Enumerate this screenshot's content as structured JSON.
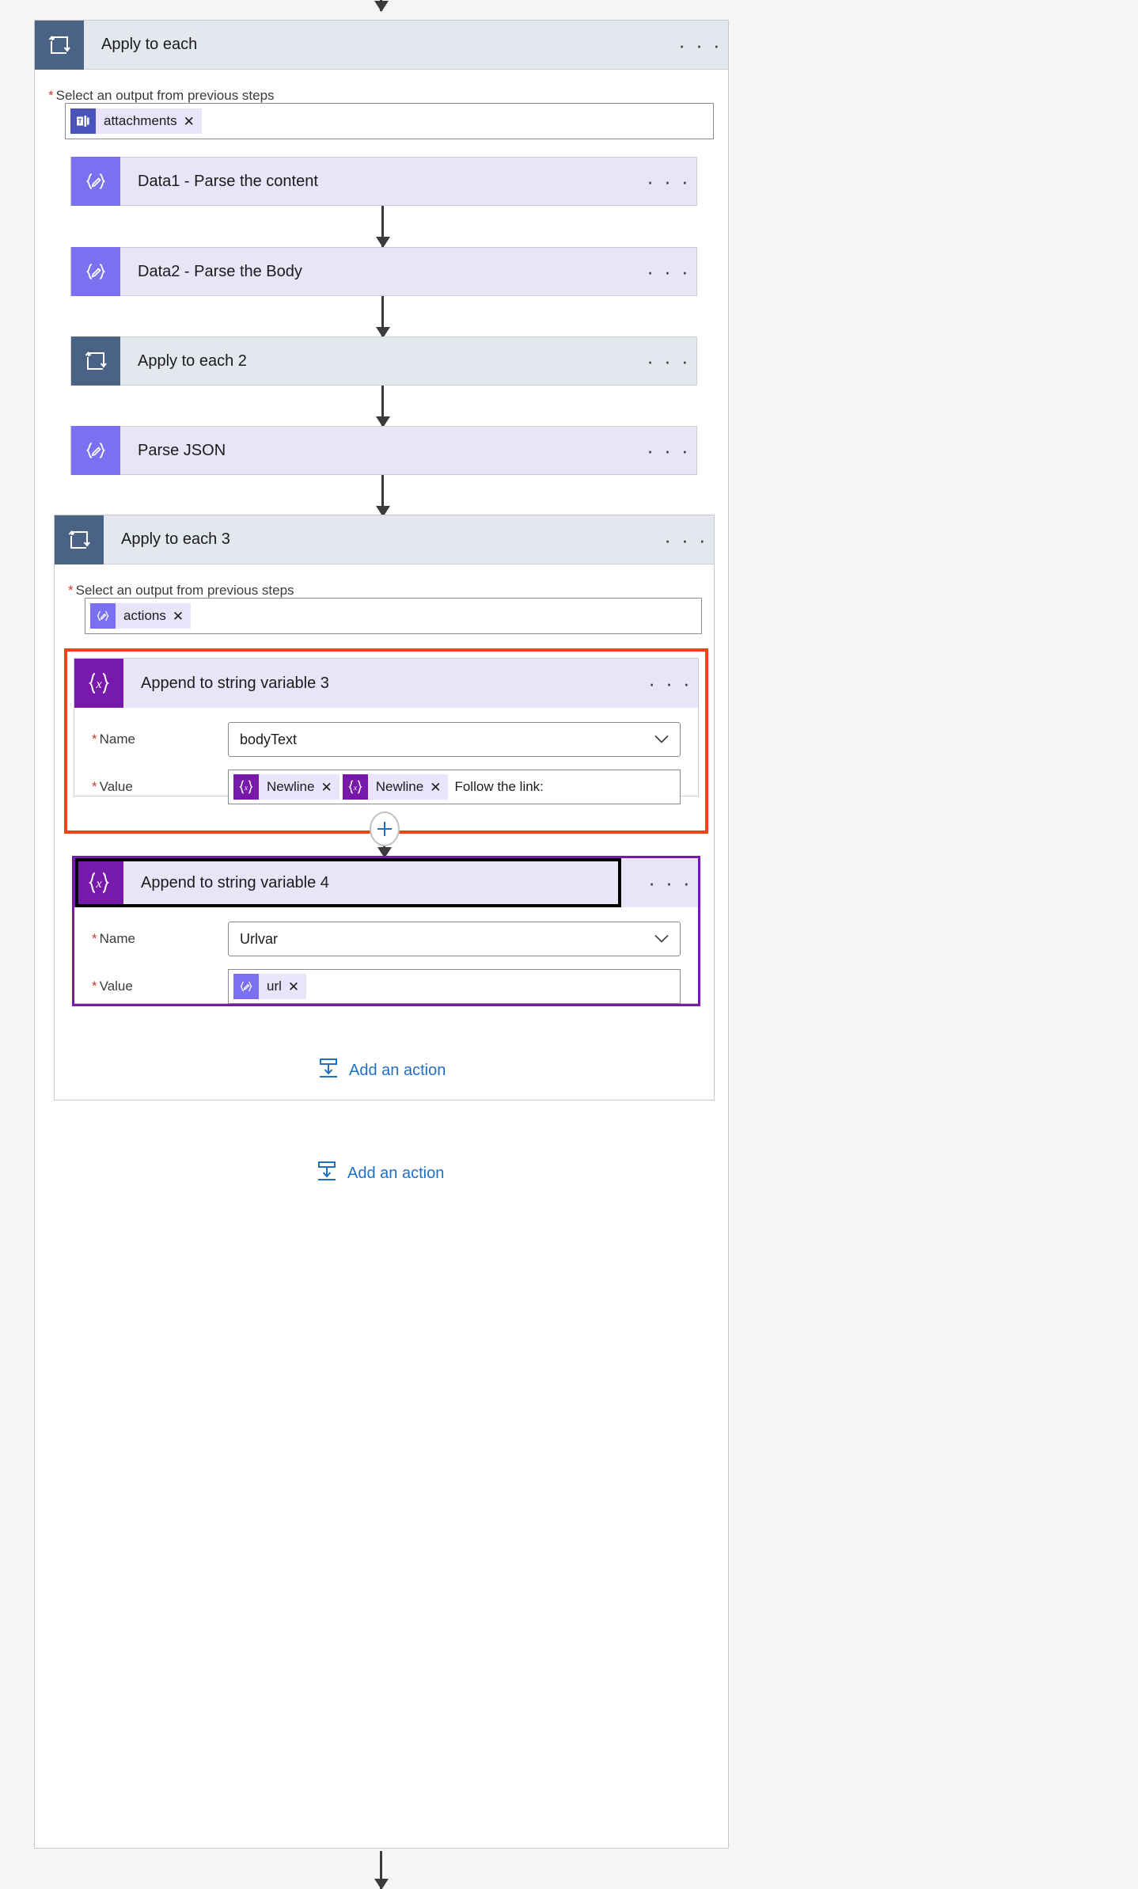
{
  "flow": {
    "top_connector": "down-arrow",
    "scopes": [
      {
        "id": "apply-to-each-1",
        "title": "Apply to each",
        "icon": "loop-icon",
        "menu": "· · ·",
        "field_label": "Select an output from previous steps",
        "required_marker": "*",
        "token": {
          "label": "attachments",
          "icon": "teams-icon",
          "remove": "✕"
        }
      },
      {
        "id": "apply-to-each-3",
        "title": "Apply to each 3",
        "icon": "loop-icon",
        "menu": "· · ·",
        "field_label": "Select an output from previous steps",
        "required_marker": "*",
        "token": {
          "label": "actions",
          "icon": "data-operations-icon",
          "remove": "✕"
        }
      }
    ],
    "collapsed_actions": [
      {
        "id": "data1",
        "title": "Data1 - Parse the content",
        "icon": "data-operations-icon",
        "menu": "· · ·"
      },
      {
        "id": "data2",
        "title": "Data2 - Parse the Body",
        "icon": "data-operations-icon",
        "menu": "· · ·"
      },
      {
        "id": "apply-to-each-2",
        "title": "Apply to each 2",
        "icon": "loop-icon",
        "menu": "· · ·"
      },
      {
        "id": "parse-json",
        "title": "Parse JSON",
        "icon": "data-operations-icon",
        "menu": "· · ·"
      }
    ],
    "expanded_actions": [
      {
        "id": "append-to-string-variable-3",
        "title": "Append to string variable 3",
        "icon": "variables-icon",
        "menu": "· · ·",
        "highlight": "orange",
        "name_field": {
          "label": "Name",
          "required_marker": "*",
          "value": "bodyText",
          "chevron": "chevron-down-icon"
        },
        "value_field": {
          "label": "Value",
          "required_marker": "*",
          "tokens": [
            {
              "label": "Newline",
              "icon": "variables-icon",
              "remove": "✕"
            },
            {
              "label": "Newline",
              "icon": "variables-icon",
              "remove": "✕"
            }
          ],
          "trailing_text": "Follow the link:"
        }
      },
      {
        "id": "append-to-string-variable-4",
        "title": "Append to string variable 4",
        "icon": "variables-icon",
        "menu": "· · ·",
        "highlight": "purple-black",
        "name_field": {
          "label": "Name",
          "required_marker": "*",
          "value": "Urlvar",
          "chevron": "chevron-down-icon"
        },
        "value_field": {
          "label": "Value",
          "required_marker": "*",
          "tokens": [
            {
              "label": "url",
              "icon": "data-operations-icon",
              "remove": "✕"
            }
          ],
          "trailing_text": ""
        }
      }
    ],
    "insert_button": {
      "label": "+",
      "name": "insert-step-button"
    },
    "add_action_buttons": [
      {
        "id": "add-action-inner",
        "label": "Add an action",
        "icon": "add-step-icon"
      },
      {
        "id": "add-action-outer",
        "label": "Add an action",
        "icon": "add-step-icon"
      }
    ]
  },
  "colors": {
    "loop_header": "#4a6285",
    "loop_icon_bg": "#4a6285",
    "data_icon_bg": "#7a70f0",
    "variables_icon_bg": "#7719aa",
    "teams_icon_bg": "#4b53bc",
    "card_body": "#e9e4f8",
    "token_bg": "#eae4fb",
    "highlight_orange": "#f04318",
    "highlight_purple": "#7719aa",
    "link_blue": "#1f6fc4",
    "required_red": "#d63b24",
    "canvas_bg": "#f5f5f5"
  }
}
